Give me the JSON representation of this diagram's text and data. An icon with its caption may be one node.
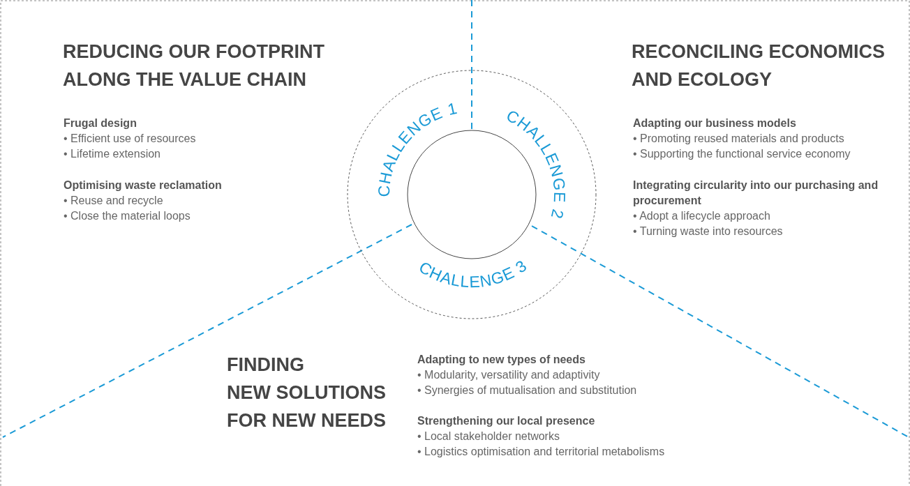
{
  "diagram": {
    "nodes": [
      {
        "text": [],
        "shape": "circle"
      }
    ],
    "labels": [
      "REDUCING OUR FOOTPRINT ALONG THE VALUE CHAIN",
      "RECONCILING ECONOMICS AND ECOLOGY",
      "CHALLENGE 1",
      "CHALLENGE 2",
      "Frugal design",
      "• Efficient use of resources",
      "• Lifetime extension",
      "Adapting our business models",
      "• Promoting reused materials and products",
      "• Supporting the functional service economy",
      "Optimising waste reclamation",
      "• Reuse and recycle",
      "• Close the material loops",
      "Integrating circularity into our purchasing and procurement",
      "• Adopt a lifecycle approach",
      "• Turning waste into resources",
      "CHALLENGE 3",
      "FINDING NEW SOLUTIONS FOR NEW NEEDS",
      "Adapting to new types of needs",
      "• Modularity, versatility and adaptivity",
      "• Synergies of mutualisation and substitution",
      "Strengthening our local presence",
      "• Local stakeholder networks",
      "• Logistics optimisation and territorial metabolisms"
    ]
  }
}
